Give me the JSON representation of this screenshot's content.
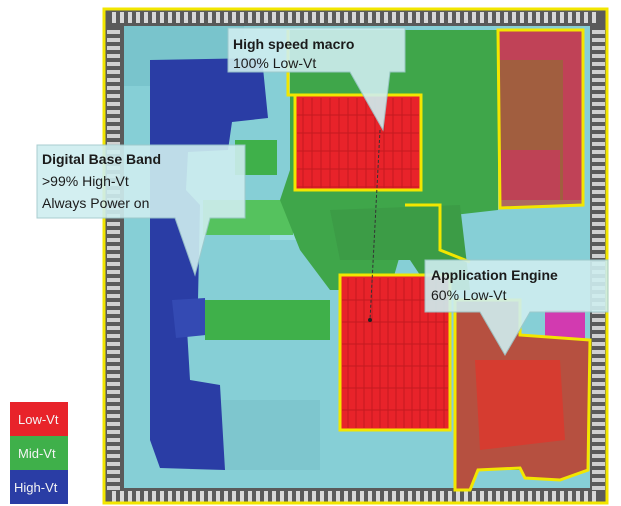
{
  "colors": {
    "low_vt": "#e8232a",
    "mid_vt": "#3fb04a",
    "high_vt": "#2a3da5",
    "chip_outline": "#f2e600",
    "callout_fill": "#cfeef0",
    "cyan_fill": "#8fd4d8",
    "magenta_io": "#d23ab0"
  },
  "callouts": {
    "high_speed_macro": {
      "title": "High speed macro",
      "detail": "100% Low-Vt"
    },
    "digital_base_band": {
      "title": "Digital Base Band",
      "line2": ">99% High-Vt",
      "line3": "Always Power on"
    },
    "application_engine": {
      "title": "Application Engine",
      "detail": "60% Low-Vt"
    }
  },
  "legend": {
    "items": [
      {
        "label": "Low-Vt",
        "color": "#e8232a"
      },
      {
        "label": "Mid-Vt",
        "color": "#3fb04a"
      },
      {
        "label": "High-Vt",
        "color": "#2a3da5"
      }
    ]
  }
}
